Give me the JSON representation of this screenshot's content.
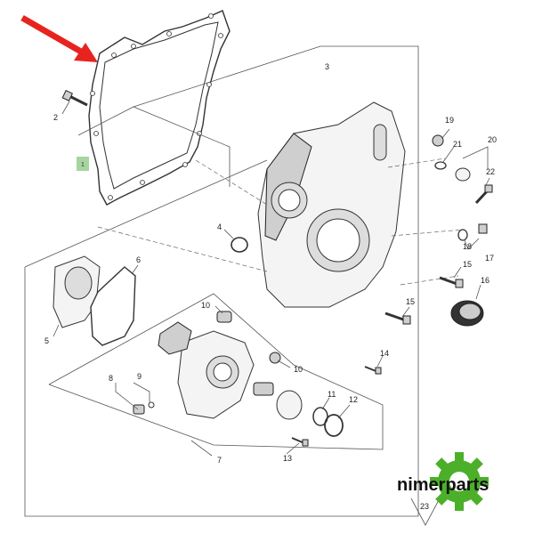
{
  "diagram": {
    "marker_box_label": "1",
    "callouts": [
      "2",
      "3",
      "4",
      "5",
      "6",
      "7",
      "8",
      "9",
      "10",
      "10",
      "11",
      "12",
      "13",
      "14",
      "15",
      "15",
      "16",
      "17",
      "18",
      "19",
      "20",
      "21",
      "22",
      "23"
    ]
  },
  "brand": {
    "name": "nimerparts",
    "logo_color": "#4caf2a"
  },
  "colors": {
    "arrow": "#e8231f",
    "marker_box": "#a7d4a0"
  }
}
